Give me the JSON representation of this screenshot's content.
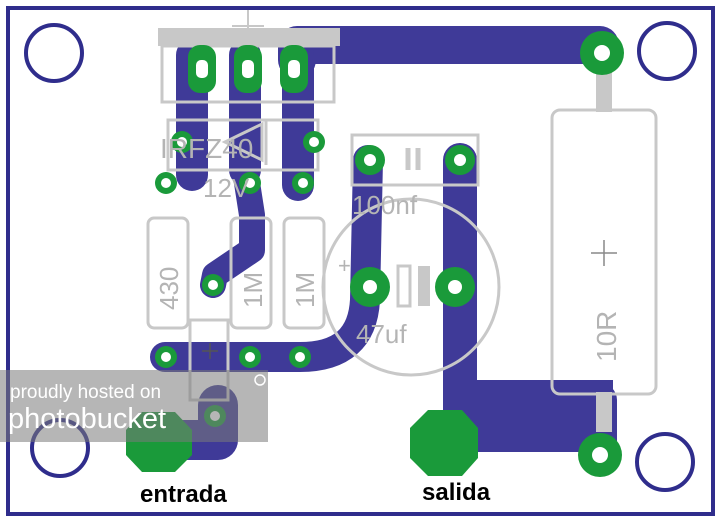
{
  "labels": {
    "transistor": "IRFZ40",
    "zener_voltage": "12V",
    "r1": "430",
    "r2": "1M",
    "r3": "1M",
    "cap1": "100nf",
    "cap2": "47uf",
    "r_load": "10R",
    "input": "entrada",
    "output": "salida"
  },
  "watermark": {
    "line1": "proudly hosted on",
    "line2": "photobucket"
  },
  "colors": {
    "trace": "#3f3a98",
    "pad": "#1a9a3a",
    "silkscreen": "#c8c8c8",
    "outline": "#2f2d8c"
  }
}
